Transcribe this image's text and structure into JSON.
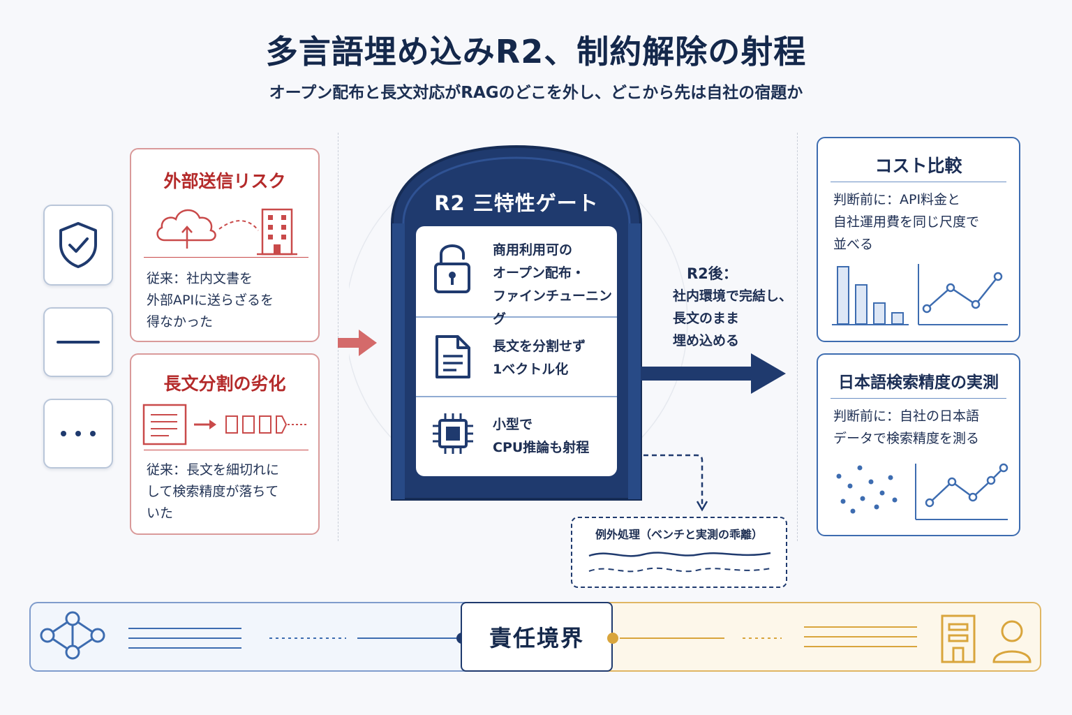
{
  "title": "多言語埋め込みR2、制約解除の射程",
  "subtitle": "オープン配布と長文対応がRAGのどこを外し、どこから先は自社の宿題か",
  "left_panels": {
    "external_risk": {
      "title": "外部送信リスク",
      "text": "従来：社内文書を\n外部APIに送らざるを\n得なかった"
    },
    "long_text": {
      "title": "長文分割の劣化",
      "text": "従来：長文を細切れに\nして検索精度が落ちて\nいた"
    }
  },
  "gate": {
    "title": "R2 三特性ゲート",
    "rows": [
      {
        "icon": "padlock-icon",
        "text": "商用利用可の\nオープン配布・\nファインチューニング"
      },
      {
        "icon": "document-icon",
        "text": "長文を分割せず\n1ベクトル化"
      },
      {
        "icon": "cpu-chip-icon",
        "text": "小型で\nCPU推論も射程"
      }
    ]
  },
  "after": {
    "heading": "R2後：",
    "text": "社内環境で完結し、\n長文のまま\n埋め込める"
  },
  "exception": {
    "title": "例外処理（ベンチと実測の乖離）"
  },
  "right_panels": {
    "cost": {
      "title": "コスト比較",
      "text": "判断前に：API料金と\n自社運用費を同じ尺度で\n並べる"
    },
    "accuracy": {
      "title": "日本語検索精度の実測",
      "text": "判断前に：自社の日本語\nデータで検索精度を測る"
    }
  },
  "boundary": {
    "label": "責任境界"
  },
  "colors": {
    "navy": "#1f3a6e",
    "red": "#b42a2a",
    "blue": "#3d6cb0",
    "gold": "#d9a53c"
  }
}
